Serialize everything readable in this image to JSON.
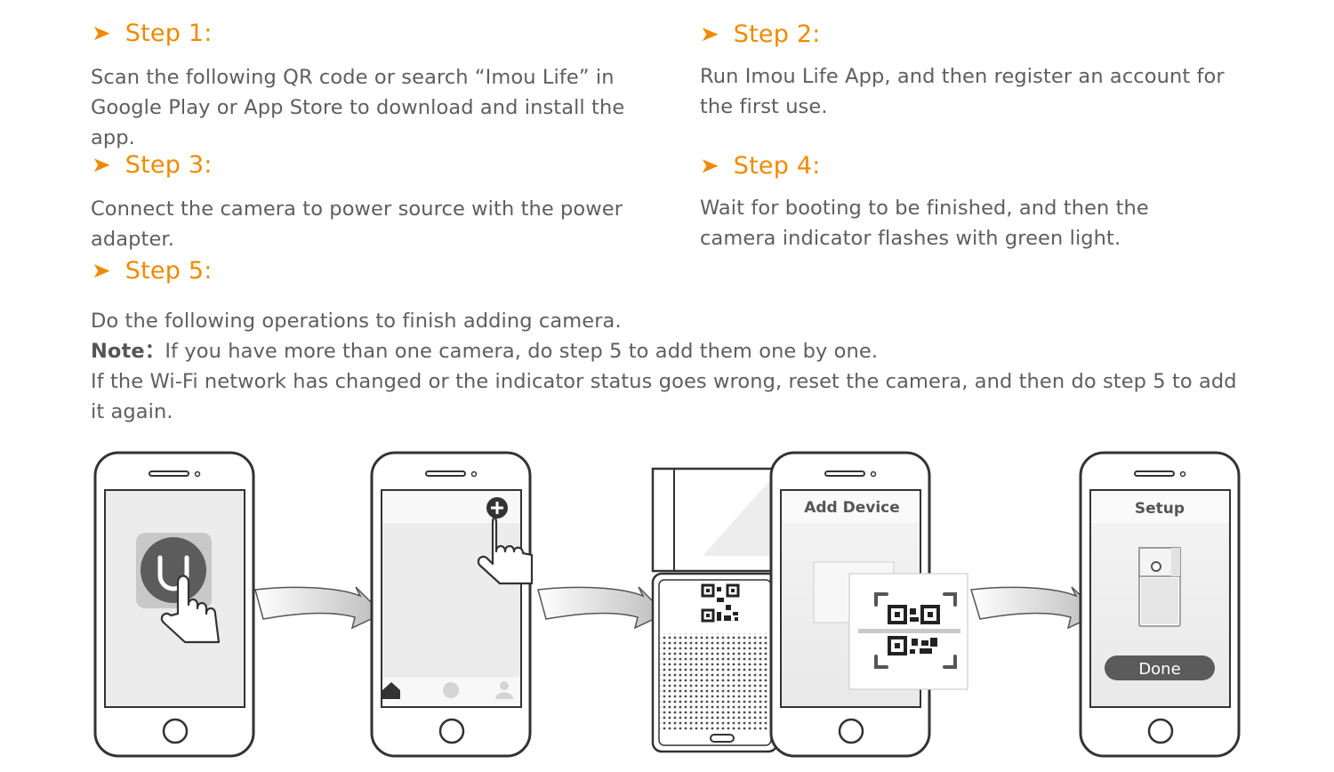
{
  "colors": {
    "accent": "#ef8a00",
    "body_text": "#5e5e5e"
  },
  "steps": [
    {
      "title": "Step 1:",
      "text": "Scan the following QR code or search “Imou Life” in Google Play or App Store to download and install the app."
    },
    {
      "title": "Step 2:",
      "text": "Run Imou Life App, and then register an account for the first use."
    },
    {
      "title": "Step 3:",
      "text": "Connect the camera to power source with the power adapter."
    },
    {
      "title": "Step 4:",
      "text": "Wait for booting to be finished, and then the camera indicator flashes with green light."
    },
    {
      "title": "Step 5:"
    }
  ],
  "step5": {
    "line1": "Do the following operations to finish adding camera.",
    "note_label": "Note：",
    "note_text": "If you have more than one camera, do step 5 to add them one by one.",
    "line3": "If the Wi-Fi network has changed or the indicator status goes wrong, reset the camera, and then do step 5 to add it again."
  },
  "illustration": {
    "phone3_title": "Add Device",
    "phone4_title": "Setup",
    "done_button": "Done",
    "icons": [
      "app-icon",
      "hand-pointer-icon",
      "plus-circle-icon",
      "home-icon",
      "chat-icon",
      "person-icon",
      "qr-code-icon",
      "camera-icon",
      "flow-arrow-icon"
    ]
  }
}
